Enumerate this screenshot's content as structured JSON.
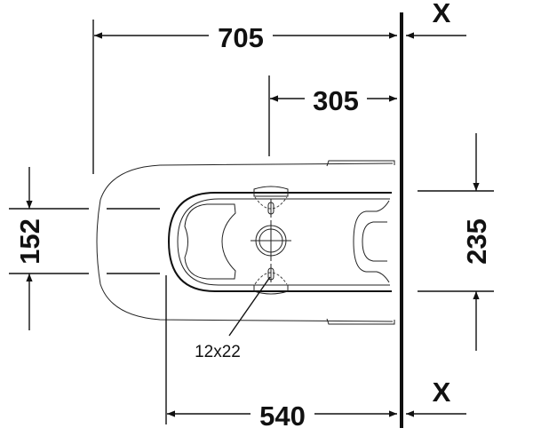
{
  "dimensions": {
    "overall_length": "705",
    "outlet_distance": "305",
    "fixing_spacing": "152",
    "width": "235",
    "base_length": "540",
    "wall_marker_top": "X",
    "wall_marker_bottom": "X"
  },
  "annotations": {
    "fixing_slot": "12x22"
  },
  "colors": {
    "line": "#111111",
    "background": "#ffffff"
  }
}
